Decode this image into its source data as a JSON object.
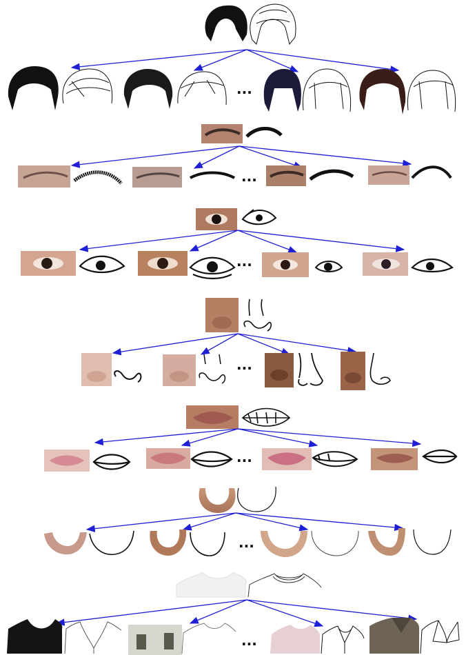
{
  "ellipsis": "...",
  "colors": {
    "arrow": "#1f1fd6",
    "sketch_stroke": "#111111",
    "hair_dark": "#111111",
    "hair_brown": "#3a1d16",
    "hair_navy": "#1c1c3a",
    "skin_light": "#dcb5a0",
    "skin_medium": "#c9957a",
    "skin_dark": "#9d6a52",
    "lip_pink": "#d58a94",
    "lip_brown": "#a05a52",
    "shirt_white": "#f1f1f1",
    "shirt_black": "#141414",
    "shirt_pattern": "#d7d7d0",
    "shirt_pink": "#e7d0d3",
    "shirt_brown": "#6e6455"
  },
  "facial_components": [
    {
      "name": "hair",
      "source": "photo + sketch",
      "examples_shown": 4
    },
    {
      "name": "eyebrow",
      "source": "photo + sketch",
      "examples_shown": 4
    },
    {
      "name": "eye",
      "source": "photo + sketch",
      "examples_shown": 4
    },
    {
      "name": "nose",
      "source": "photo + sketch",
      "examples_shown": 4
    },
    {
      "name": "mouth",
      "source": "photo + sketch",
      "examples_shown": 4
    },
    {
      "name": "chin",
      "source": "photo + sketch",
      "examples_shown": 4
    },
    {
      "name": "clothing",
      "source": "photo + sketch",
      "examples_shown": 4
    }
  ]
}
